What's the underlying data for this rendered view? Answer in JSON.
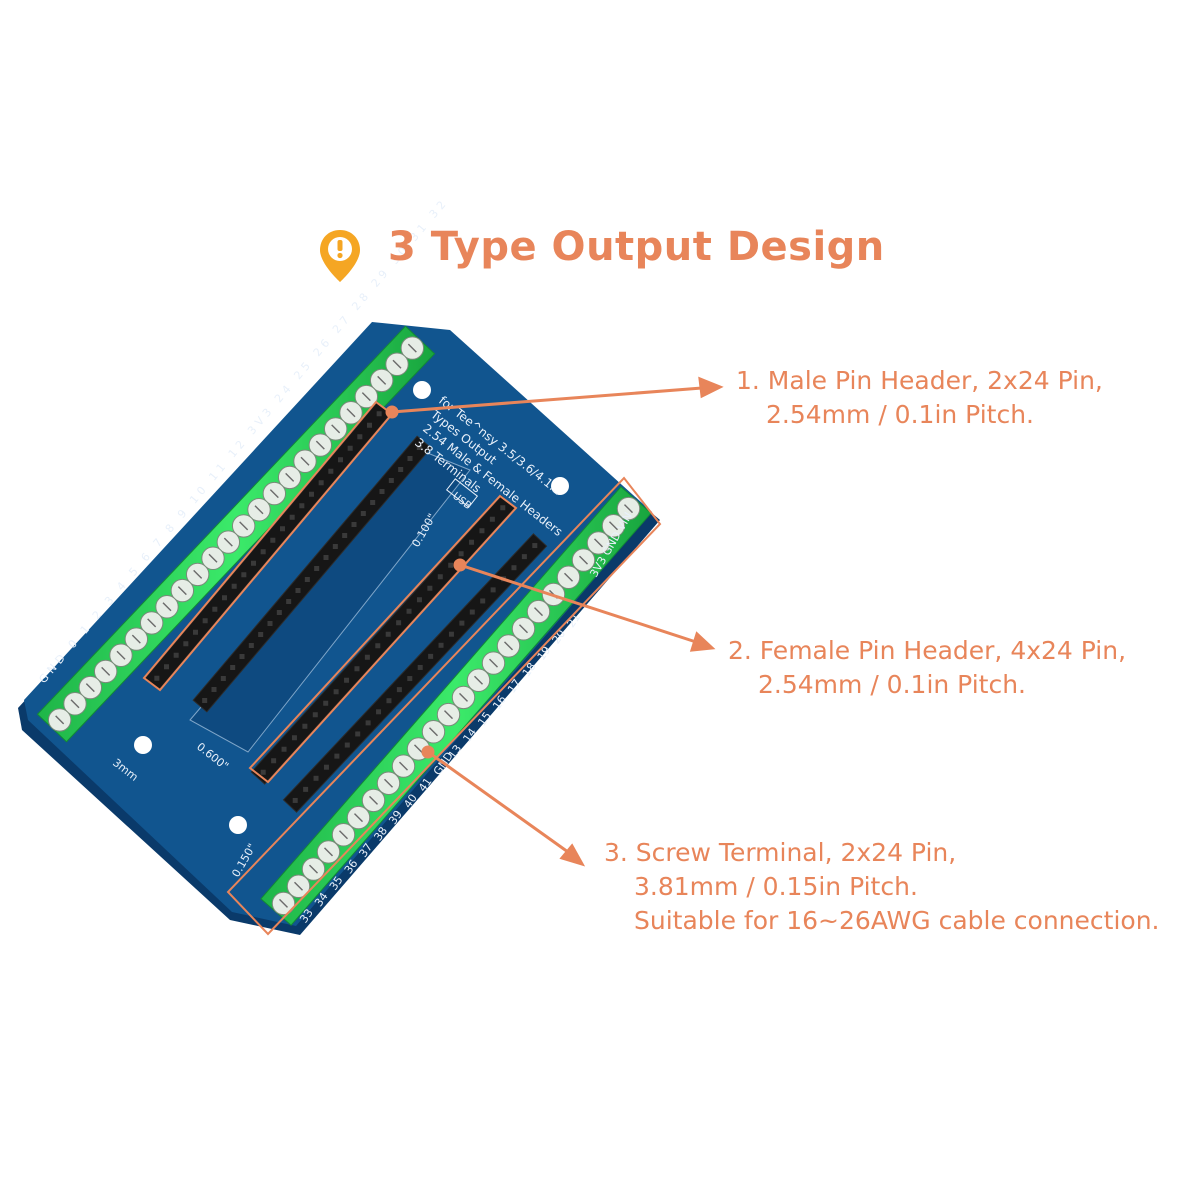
{
  "colors": {
    "accent": "#E8855A",
    "board": "#0F4F8C",
    "board_edge": "#0A3A6A",
    "terminal": "#2BD45B",
    "header": "#151515"
  },
  "title": "3 Type Output Design",
  "icon": "location-pin-exclamation-icon",
  "callouts": [
    {
      "line1": "1. Male Pin Header, 2x24 Pin,",
      "line2": "2.54mm / 0.1in Pitch."
    },
    {
      "line1": "2. Female Pin Header, 4x24 Pin,",
      "line2": "2.54mm / 0.1in Pitch."
    },
    {
      "line1": "3. Screw Terminal, 2x24 Pin,",
      "line2": "3.81mm / 0.15in Pitch.",
      "line3": "Suitable for 16~26AWG cable connection."
    }
  ],
  "board": {
    "silk_lines": [
      "for Tee^nsy 3.5/3.6/4.1...",
      "Types Output",
      "2.54 Male & Female Headers",
      "3.8 Terminals"
    ],
    "usb_label": "USB",
    "dim_0100": "0.100\"",
    "dim_0600": "0.600\"",
    "dim_0150": "0.150\"",
    "hole_label": "3mm",
    "right_power_labels": "3V3 GND VIN",
    "left_top_labels": "GND 0 1 2 3 4 5 6 7 8 9 10 11 12 3V3 24 25 26 27 28 29 30 31 32",
    "right_pin_numbers": [
      "21",
      "20",
      "19",
      "18",
      "17",
      "16",
      "15",
      "14",
      "13",
      "GND",
      "41",
      "40",
      "39",
      "38",
      "37",
      "36",
      "35",
      "34",
      "33"
    ]
  }
}
